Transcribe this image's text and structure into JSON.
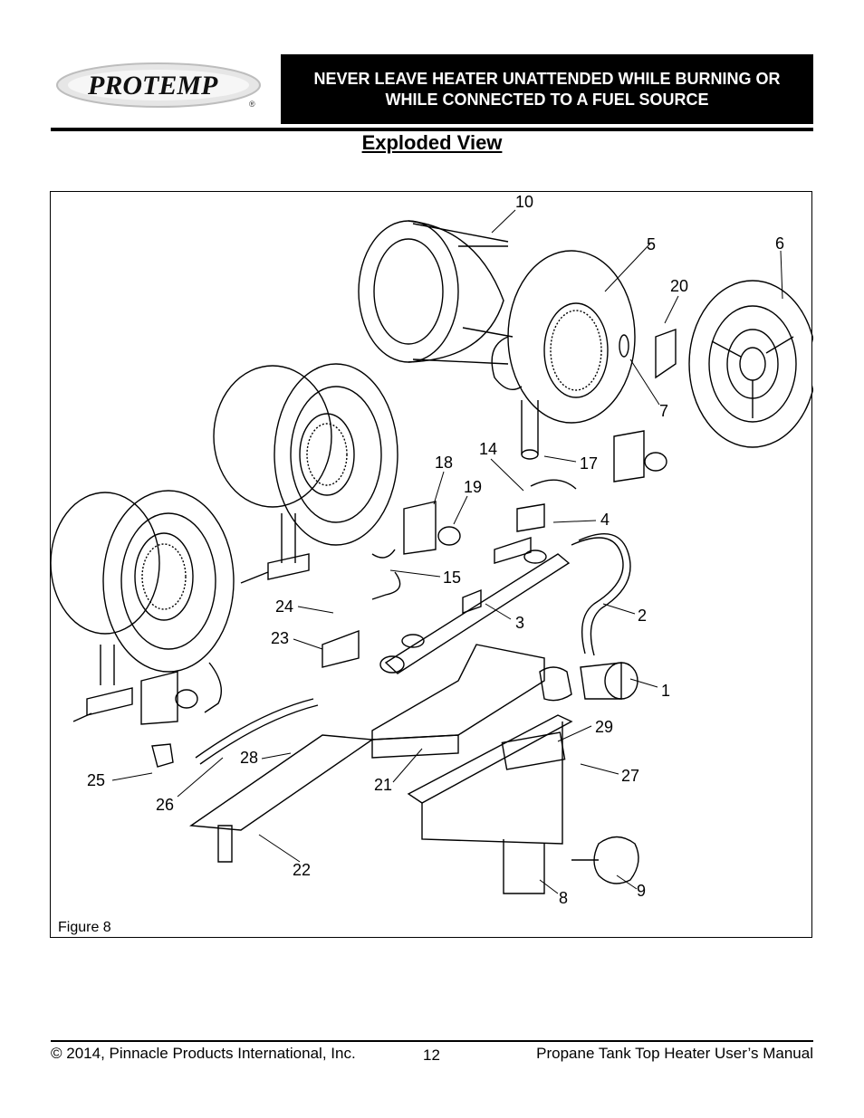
{
  "header": {
    "brand": "PROTEMP",
    "registered_mark": "®",
    "warning_line1": "NEVER LEAVE HEATER UNATTENDED WHILE BURNING OR",
    "warning_line2": "WHILE CONNECTED TO A FUEL SOURCE"
  },
  "title": "Exploded View",
  "figure": {
    "caption": "Figure 8",
    "callouts": [
      "10",
      "5",
      "6",
      "20",
      "7",
      "14",
      "17",
      "18",
      "19",
      "4",
      "15",
      "24",
      "23",
      "3",
      "2",
      "1",
      "29",
      "27",
      "28",
      "25",
      "21",
      "26",
      "22",
      "8",
      "9"
    ]
  },
  "footer": {
    "copyright": "© 2014, Pinnacle Products International, Inc.",
    "page_number": "12",
    "manual_title": "Propane Tank Top Heater User’s Manual"
  }
}
